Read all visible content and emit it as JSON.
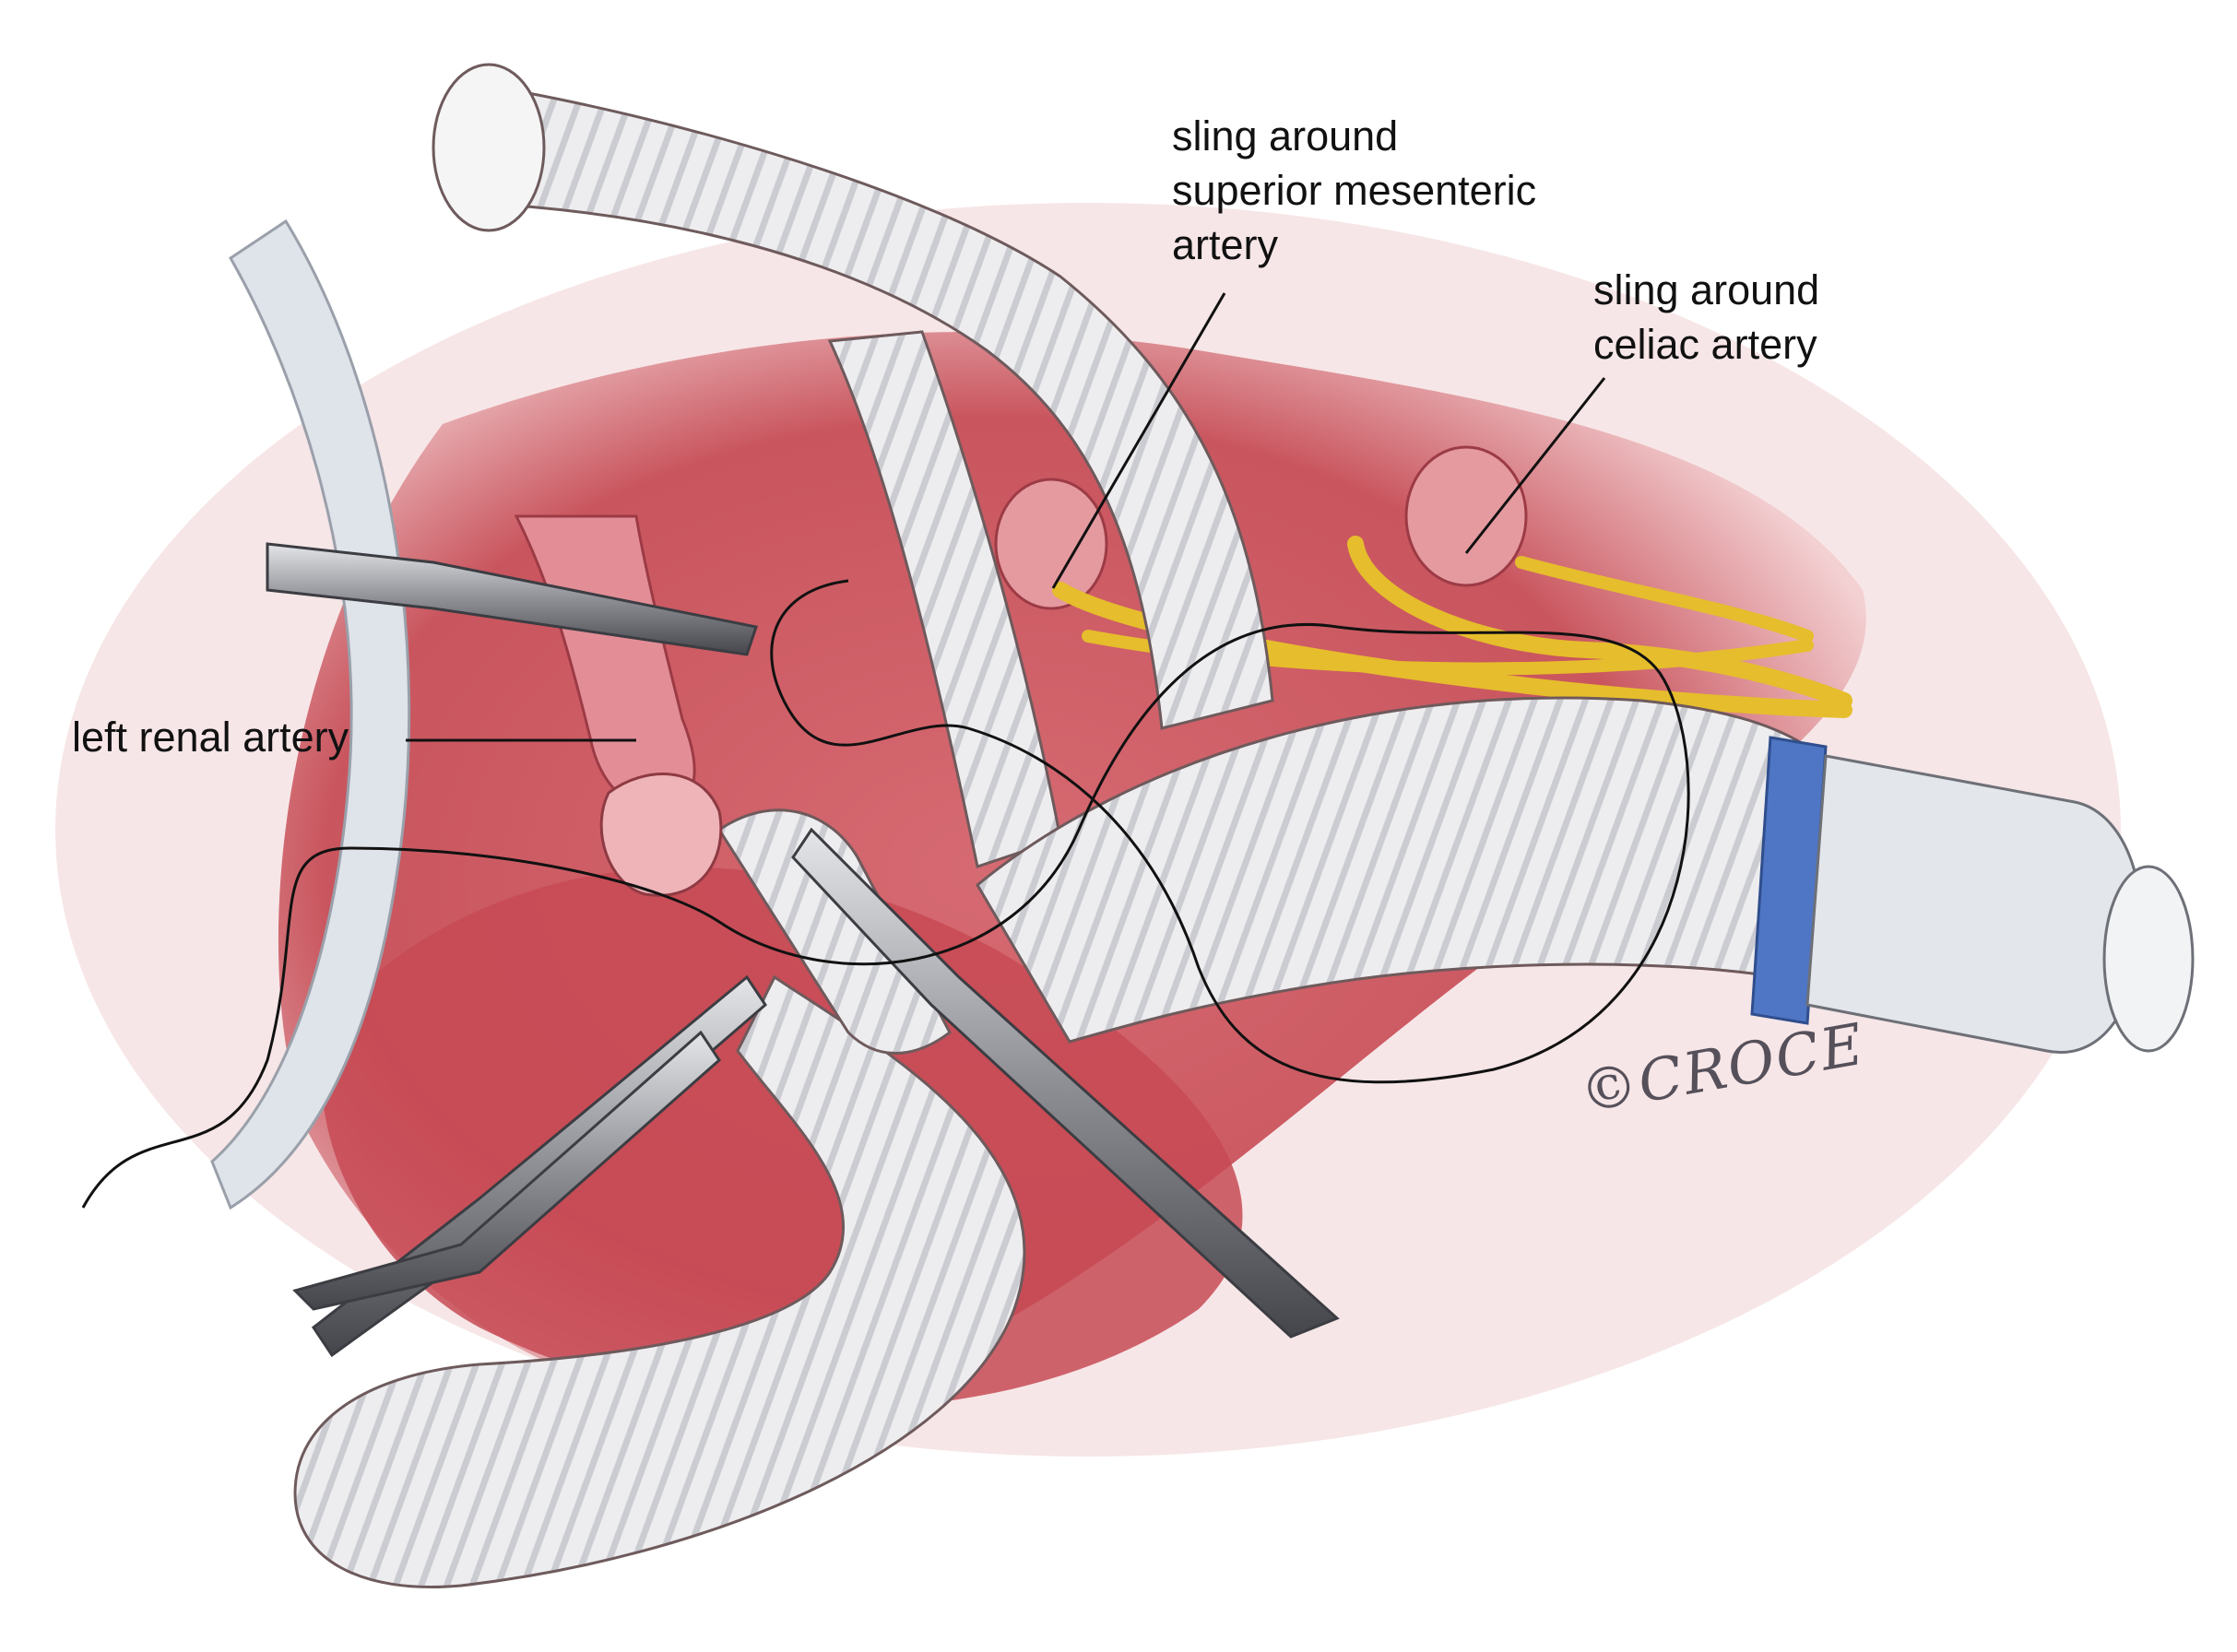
{
  "labels": {
    "sma": "sling around\nsuperior mesenteric\nartery",
    "celiac": "sling around\nceliac artery",
    "renal": "left renal artery"
  },
  "signature": "©CROCE",
  "colors": {
    "tissue": "#d9737a",
    "tissue_dark": "#b8464f",
    "graft": "#ececee",
    "graft_rib": "#c9cace",
    "sling": "#e9c236",
    "band": "#4f76c4",
    "instrument": "#8e9096",
    "leader": "#111111"
  }
}
